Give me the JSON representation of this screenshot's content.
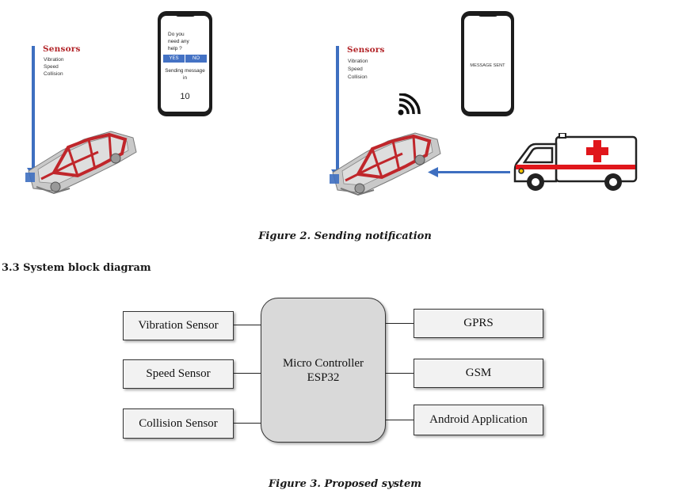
{
  "figure2": {
    "left_panel": {
      "sensors_title": "Sensors",
      "sensor_items": [
        "Vibration",
        "Speed",
        "Collision"
      ],
      "phone": {
        "question": [
          "Do you",
          "need any",
          "help ?"
        ],
        "yes_label": "YES",
        "no_label": "NO",
        "sending_text": [
          "Sending message",
          "in"
        ],
        "countdown": "10"
      }
    },
    "right_panel": {
      "sensors_title": "Sensors",
      "sensor_items": [
        "Vibration",
        "Speed",
        "Collision"
      ],
      "phone": {
        "status_text": "MESSAGE SENT"
      },
      "wifi_icon": "wifi-signal-icon",
      "vehicle_icon": "ambulance-icon"
    },
    "caption": "Figure 2. Sending notification"
  },
  "section": {
    "title": "3.3 System block diagram"
  },
  "block_diagram": {
    "inputs": [
      "Vibration Sensor",
      "Speed Sensor",
      "Collision Sensor"
    ],
    "controller": {
      "line1": "Micro Controller",
      "line2": "ESP32"
    },
    "outputs": [
      "GPRS",
      "GSM",
      "Android Application"
    ],
    "caption": "Figure 3. Proposed system"
  },
  "colors": {
    "arrow_blue": "#3e6fc0",
    "sensor_title_red": "#b3262a",
    "phone_button_blue": "#4472c4",
    "car_frame_red": "#c0262b",
    "block_fill": "#f2f2f2",
    "controller_fill": "#d9d9d9"
  }
}
